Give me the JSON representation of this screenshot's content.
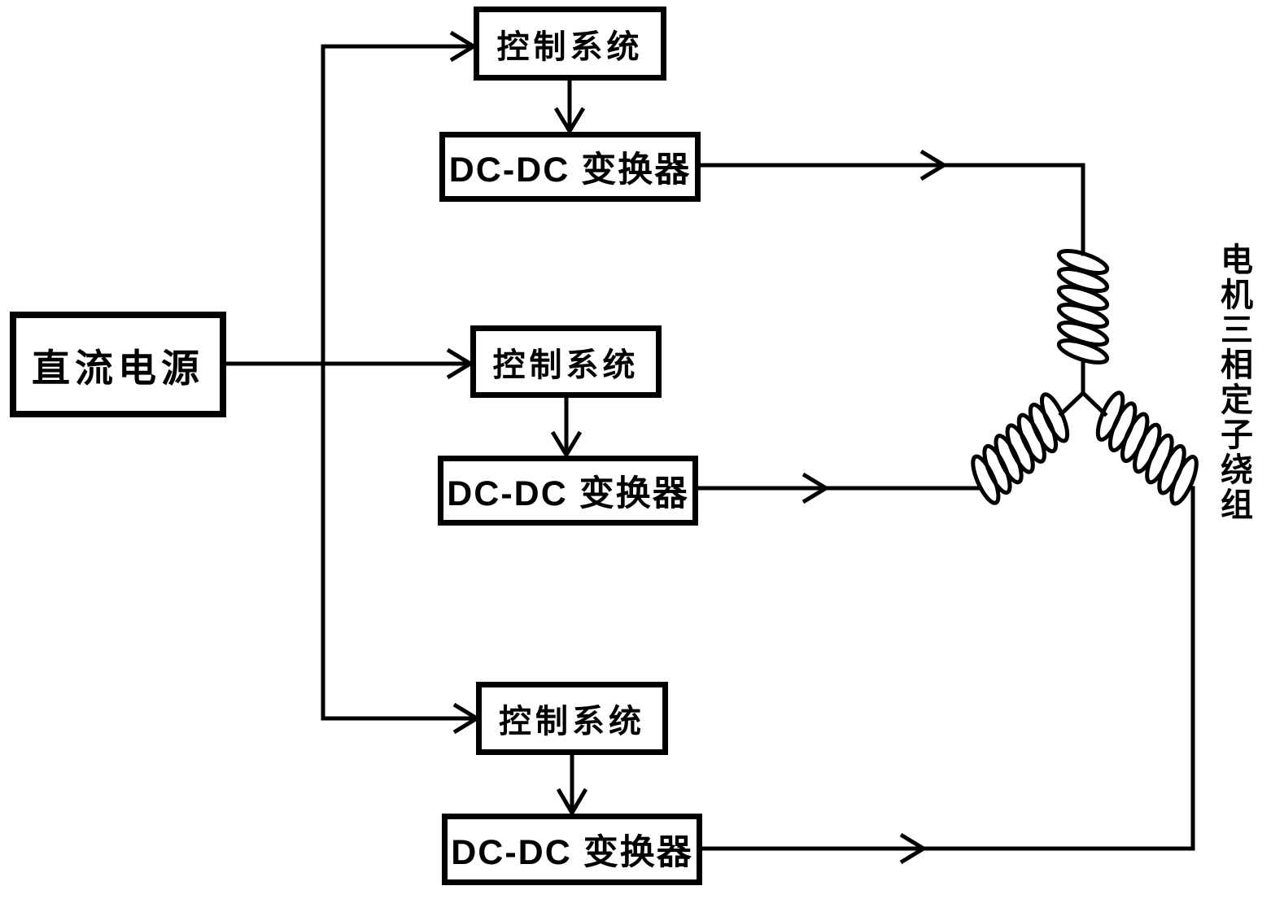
{
  "diagram": {
    "type": "block-diagram",
    "source": {
      "label": "直流电源"
    },
    "branches": [
      {
        "control": "控制系统",
        "converter": "DC-DC 变换器"
      },
      {
        "control": "控制系统",
        "converter": "DC-DC 变换器"
      },
      {
        "control": "控制系统",
        "converter": "DC-DC 变换器"
      }
    ],
    "winding_label": "电机三相定子绕组",
    "colors": {
      "line": "#000000",
      "background": "#ffffff"
    }
  }
}
